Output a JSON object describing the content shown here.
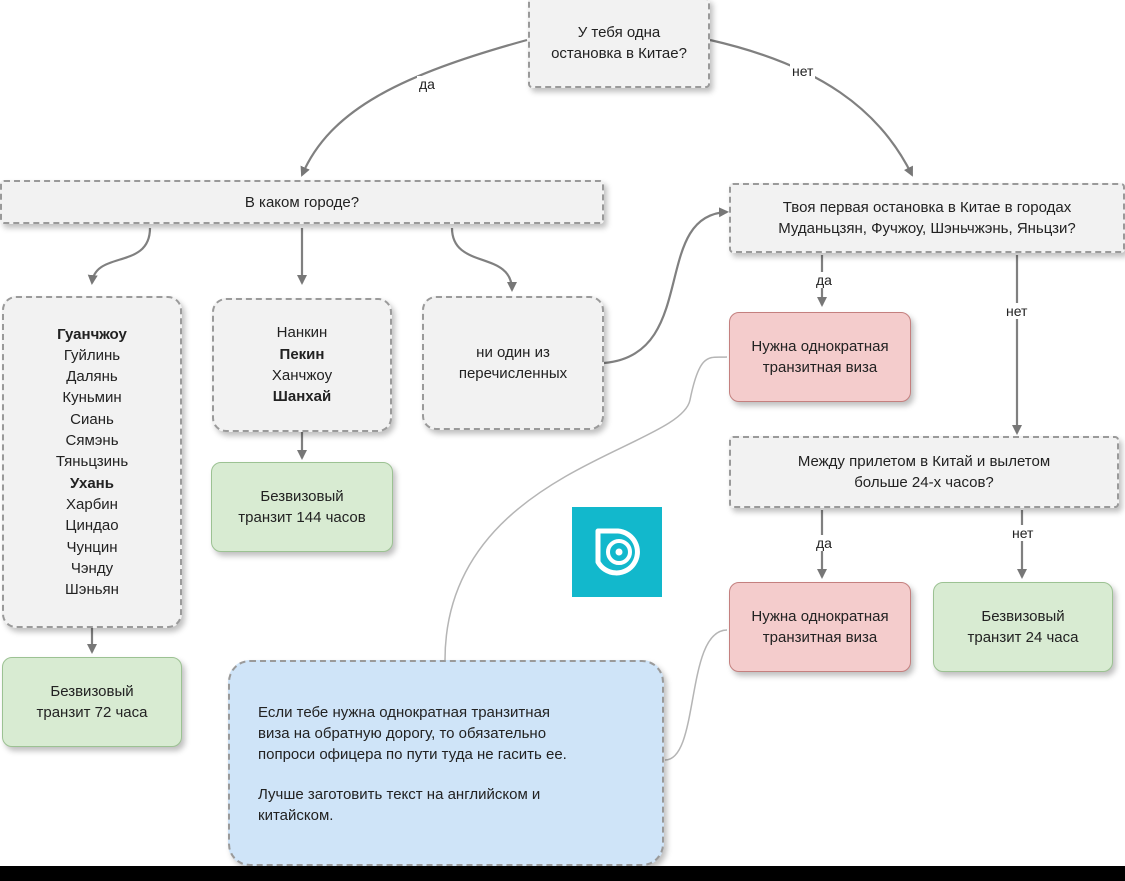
{
  "root_question": {
    "lines": [
      "У тебя одна",
      "остановка в Китае?"
    ]
  },
  "city_question": "В каком городе?",
  "first_stop_question": {
    "lines": [
      "Твоя первая остановка в Китае в городах",
      "Муданьцзян, Фучжоу, Шэньчжэнь, Яньцзи?"
    ]
  },
  "cities_72": [
    {
      "name": "Гуанчжоу",
      "bold": true
    },
    {
      "name": "Гуйлинь",
      "bold": false
    },
    {
      "name": "Далянь",
      "bold": false
    },
    {
      "name": "Куньмин",
      "bold": false
    },
    {
      "name": "Сиань",
      "bold": false
    },
    {
      "name": "Сямэнь",
      "bold": false
    },
    {
      "name": "Тяньцзинь",
      "bold": false
    },
    {
      "name": "Ухань",
      "bold": true
    },
    {
      "name": "Харбин",
      "bold": false
    },
    {
      "name": "Циндао",
      "bold": false
    },
    {
      "name": "Чунцин",
      "bold": false
    },
    {
      "name": "Чэнду",
      "bold": false
    },
    {
      "name": "Шэньян",
      "bold": false
    }
  ],
  "cities_144": [
    {
      "name": "Нанкин",
      "bold": false
    },
    {
      "name": "Пекин",
      "bold": true
    },
    {
      "name": "Ханчжоу",
      "bold": false
    },
    {
      "name": "Шанхай",
      "bold": true
    }
  ],
  "none_of_listed": {
    "lines": [
      "ни один из",
      "перечисленных"
    ]
  },
  "visa_needed_1": {
    "lines": [
      "Нужна однократная",
      "транзитная виза"
    ]
  },
  "visa_needed_2": {
    "lines": [
      "Нужна однократная",
      "транзитная виза"
    ]
  },
  "time_question": {
    "lines": [
      "Между прилетом в Китай и вылетом",
      "больше 24-х часов?"
    ]
  },
  "visa_free_72": {
    "lines": [
      "Безвизовый",
      "транзит 72 часа"
    ]
  },
  "visa_free_144": {
    "lines": [
      "Безвизовый",
      "транзит 144 часов"
    ]
  },
  "visa_free_24": {
    "lines": [
      "Безвизовый",
      "транзит 24 часа"
    ]
  },
  "note": {
    "paragraph1": [
      "Если тебе нужна однократная транзитная",
      "виза на обратную дорогу, то обязательно",
      "попроси офицера по пути туда не гасить ее."
    ],
    "paragraph2": [
      "Лучше заготовить текст на английском и",
      "китайском."
    ]
  },
  "edge_labels": {
    "root_yes": "да",
    "root_no": "нет",
    "first_stop_yes": "да",
    "first_stop_no": "нет",
    "time_yes": "да",
    "time_no": "нет"
  },
  "logo": {
    "icon": "target-logo-icon",
    "color": "#12b8cc"
  },
  "colors": {
    "green": "#d8ebd2",
    "red": "#f4cccc",
    "blue": "#cfe4f8",
    "grey": "#f2f2f2"
  }
}
